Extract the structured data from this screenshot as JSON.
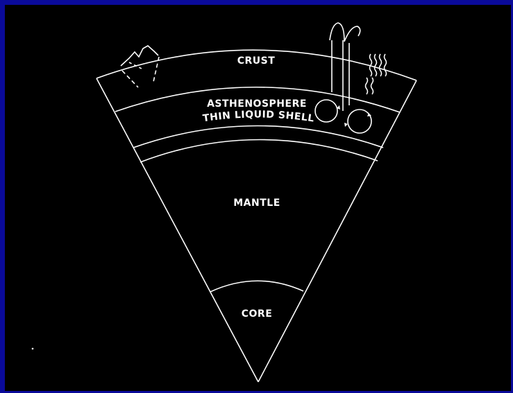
{
  "diagram": {
    "layers": {
      "crust": "CRUST",
      "asthenosphere": "ASTHENOSPHERE",
      "thin_liquid_shell": "THIN LIQUID SHELL",
      "mantle": "MANTLE",
      "core": "CORE"
    }
  },
  "colors": {
    "frame": "#0a0a9a",
    "background": "#000000",
    "ink": "#ffffff"
  }
}
